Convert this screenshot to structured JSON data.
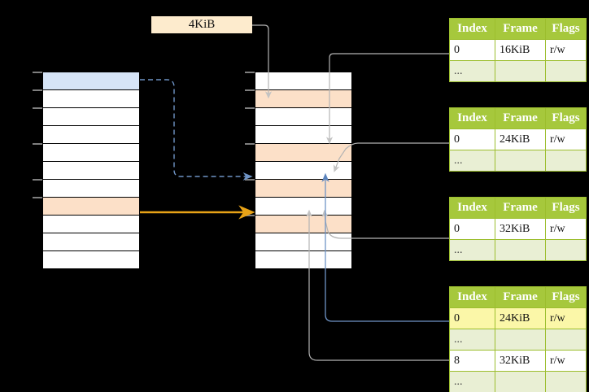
{
  "diagram": {
    "title": "page-table-walk-diagram",
    "size_label": "4KiB",
    "colors": {
      "header_green": "#A6C83C",
      "alt_row": "#E9EFD4",
      "highlight_yellow": "#FBF7A8",
      "peach": "#FCE0C8",
      "blue": "#D6E4F7",
      "orange_arrow": "#E8A317",
      "blue_arrow": "#6F94C6",
      "gray_wire": "#B3B3B3",
      "size_label_bg": "#FDEBCD"
    }
  },
  "virtual_column": {
    "name": "virtual-address-space",
    "row_count": 11,
    "rows": [
      {
        "fill": "blue"
      },
      {
        "fill": "white"
      },
      {
        "fill": "white"
      },
      {
        "fill": "white"
      },
      {
        "fill": "white"
      },
      {
        "fill": "white"
      },
      {
        "fill": "white"
      },
      {
        "fill": "peach"
      },
      {
        "fill": "white"
      },
      {
        "fill": "white"
      },
      {
        "fill": "white"
      }
    ],
    "tick_rows": [
      0,
      1,
      2,
      4,
      6,
      7
    ]
  },
  "physical_column": {
    "name": "physical-memory",
    "row_count": 11,
    "rows": [
      {
        "fill": "white"
      },
      {
        "fill": "peach"
      },
      {
        "fill": "white"
      },
      {
        "fill": "white"
      },
      {
        "fill": "peach"
      },
      {
        "fill": "white"
      },
      {
        "fill": "peach"
      },
      {
        "fill": "white"
      },
      {
        "fill": "peach"
      },
      {
        "fill": "white"
      },
      {
        "fill": "white"
      }
    ],
    "tick_rows": [
      0,
      1,
      2,
      4,
      6,
      8
    ]
  },
  "tables": [
    {
      "name": "page-table-level-1",
      "headers": [
        "Index",
        "Frame",
        "Flags"
      ],
      "rows": [
        {
          "cells": [
            "0",
            "16KiB",
            "r/w"
          ],
          "style": "normal",
          "highlight": []
        },
        {
          "cells": [
            "...",
            "",
            ""
          ],
          "style": "alt",
          "highlight": []
        }
      ]
    },
    {
      "name": "page-table-level-2",
      "headers": [
        "Index",
        "Frame",
        "Flags"
      ],
      "rows": [
        {
          "cells": [
            "0",
            "24KiB",
            "r/w"
          ],
          "style": "normal",
          "highlight": []
        },
        {
          "cells": [
            "...",
            "",
            ""
          ],
          "style": "alt",
          "highlight": []
        }
      ]
    },
    {
      "name": "page-table-level-3",
      "headers": [
        "Index",
        "Frame",
        "Flags"
      ],
      "rows": [
        {
          "cells": [
            "0",
            "32KiB",
            "r/w"
          ],
          "style": "normal",
          "highlight": []
        },
        {
          "cells": [
            "...",
            "",
            ""
          ],
          "style": "alt",
          "highlight": []
        }
      ]
    },
    {
      "name": "page-table-level-4",
      "headers": [
        "Index",
        "Frame",
        "Flags"
      ],
      "rows": [
        {
          "cells": [
            "0",
            "24KiB",
            "r/w"
          ],
          "style": "normal",
          "highlight": [
            0,
            1,
            2
          ]
        },
        {
          "cells": [
            "...",
            "",
            ""
          ],
          "style": "alt",
          "highlight": []
        },
        {
          "cells": [
            "8",
            "32KiB",
            "r/w"
          ],
          "style": "normal",
          "highlight": []
        },
        {
          "cells": [
            "...",
            "",
            ""
          ],
          "style": "alt",
          "highlight": []
        }
      ]
    }
  ]
}
